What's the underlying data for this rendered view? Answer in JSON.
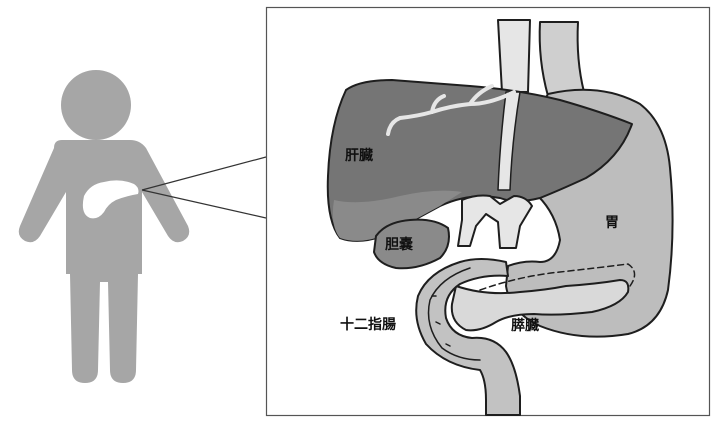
{
  "labels": {
    "liver": "肝臓",
    "gallbladder": "胆嚢",
    "stomach": "胃",
    "duodenum": "十二指腸",
    "pancreas": "膵臓"
  },
  "colors": {
    "silhouette": "#a6a6a6",
    "liver": "#757575",
    "stomach": "#bdbdbd",
    "gallbladder": "#8a8a8a",
    "duodenum": "#c2c2c2",
    "pancreas": "#d9d9d9",
    "vessels": "#e6e6e6",
    "outline": "#1e1e1e",
    "frame": "#555555"
  }
}
